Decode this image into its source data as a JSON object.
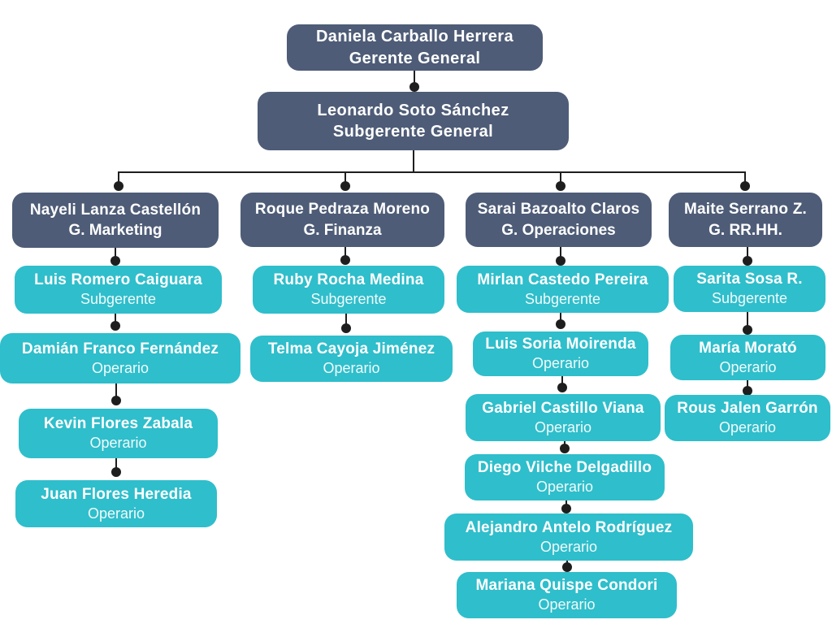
{
  "org": {
    "type": "org-chart",
    "root": {
      "name": "Daniela Carballo Herrera",
      "title": "Gerente General"
    },
    "deputy": {
      "name": "Leonardo Soto Sánchez",
      "title": "Subgerente General"
    },
    "branches": [
      {
        "head": {
          "name": "Nayeli Lanza Castellón",
          "title": "G. Marketing"
        },
        "members": [
          {
            "name": "Luis Romero Caiguara",
            "title": "Subgerente"
          },
          {
            "name": "Damián Franco Fernández",
            "title": "Operario"
          },
          {
            "name": "Kevin Flores Zabala",
            "title": "Operario"
          },
          {
            "name": "Juan Flores Heredia",
            "title": "Operario"
          }
        ]
      },
      {
        "head": {
          "name": "Roque Pedraza Moreno",
          "title": "G. Finanza"
        },
        "members": [
          {
            "name": "Ruby Rocha Medina",
            "title": "Subgerente"
          },
          {
            "name": "Telma Cayoja Jiménez",
            "title": "Operario"
          }
        ]
      },
      {
        "head": {
          "name": "Sarai Bazoalto Claros",
          "title": "G. Operaciones"
        },
        "members": [
          {
            "name": "Mirlan Castedo Pereira",
            "title": "Subgerente"
          },
          {
            "name": "Luis Soria Moirenda",
            "title": "Operario"
          },
          {
            "name": "Gabriel Castillo Viana",
            "title": "Operario"
          },
          {
            "name": "Diego Vilche Delgadillo",
            "title": "Operario"
          },
          {
            "name": "Alejandro Antelo Rodríguez",
            "title": "Operario"
          },
          {
            "name": "Mariana Quispe Condori",
            "title": "Operario"
          }
        ]
      },
      {
        "head": {
          "name": "Maite Serrano Z.",
          "title": "G. RR.HH."
        },
        "members": [
          {
            "name": "Sarita Sosa R.",
            "title": "Subgerente"
          },
          {
            "name": "María Morató",
            "title": "Operario"
          },
          {
            "name": "Rous Jalen Garrón",
            "title": "Operario"
          }
        ]
      }
    ],
    "colors": {
      "manager_box": "#4e5c77",
      "staff_box": "#2fbecb",
      "connector": "#1e1e1e",
      "text": "#ffffff",
      "background": "#ffffff"
    }
  }
}
